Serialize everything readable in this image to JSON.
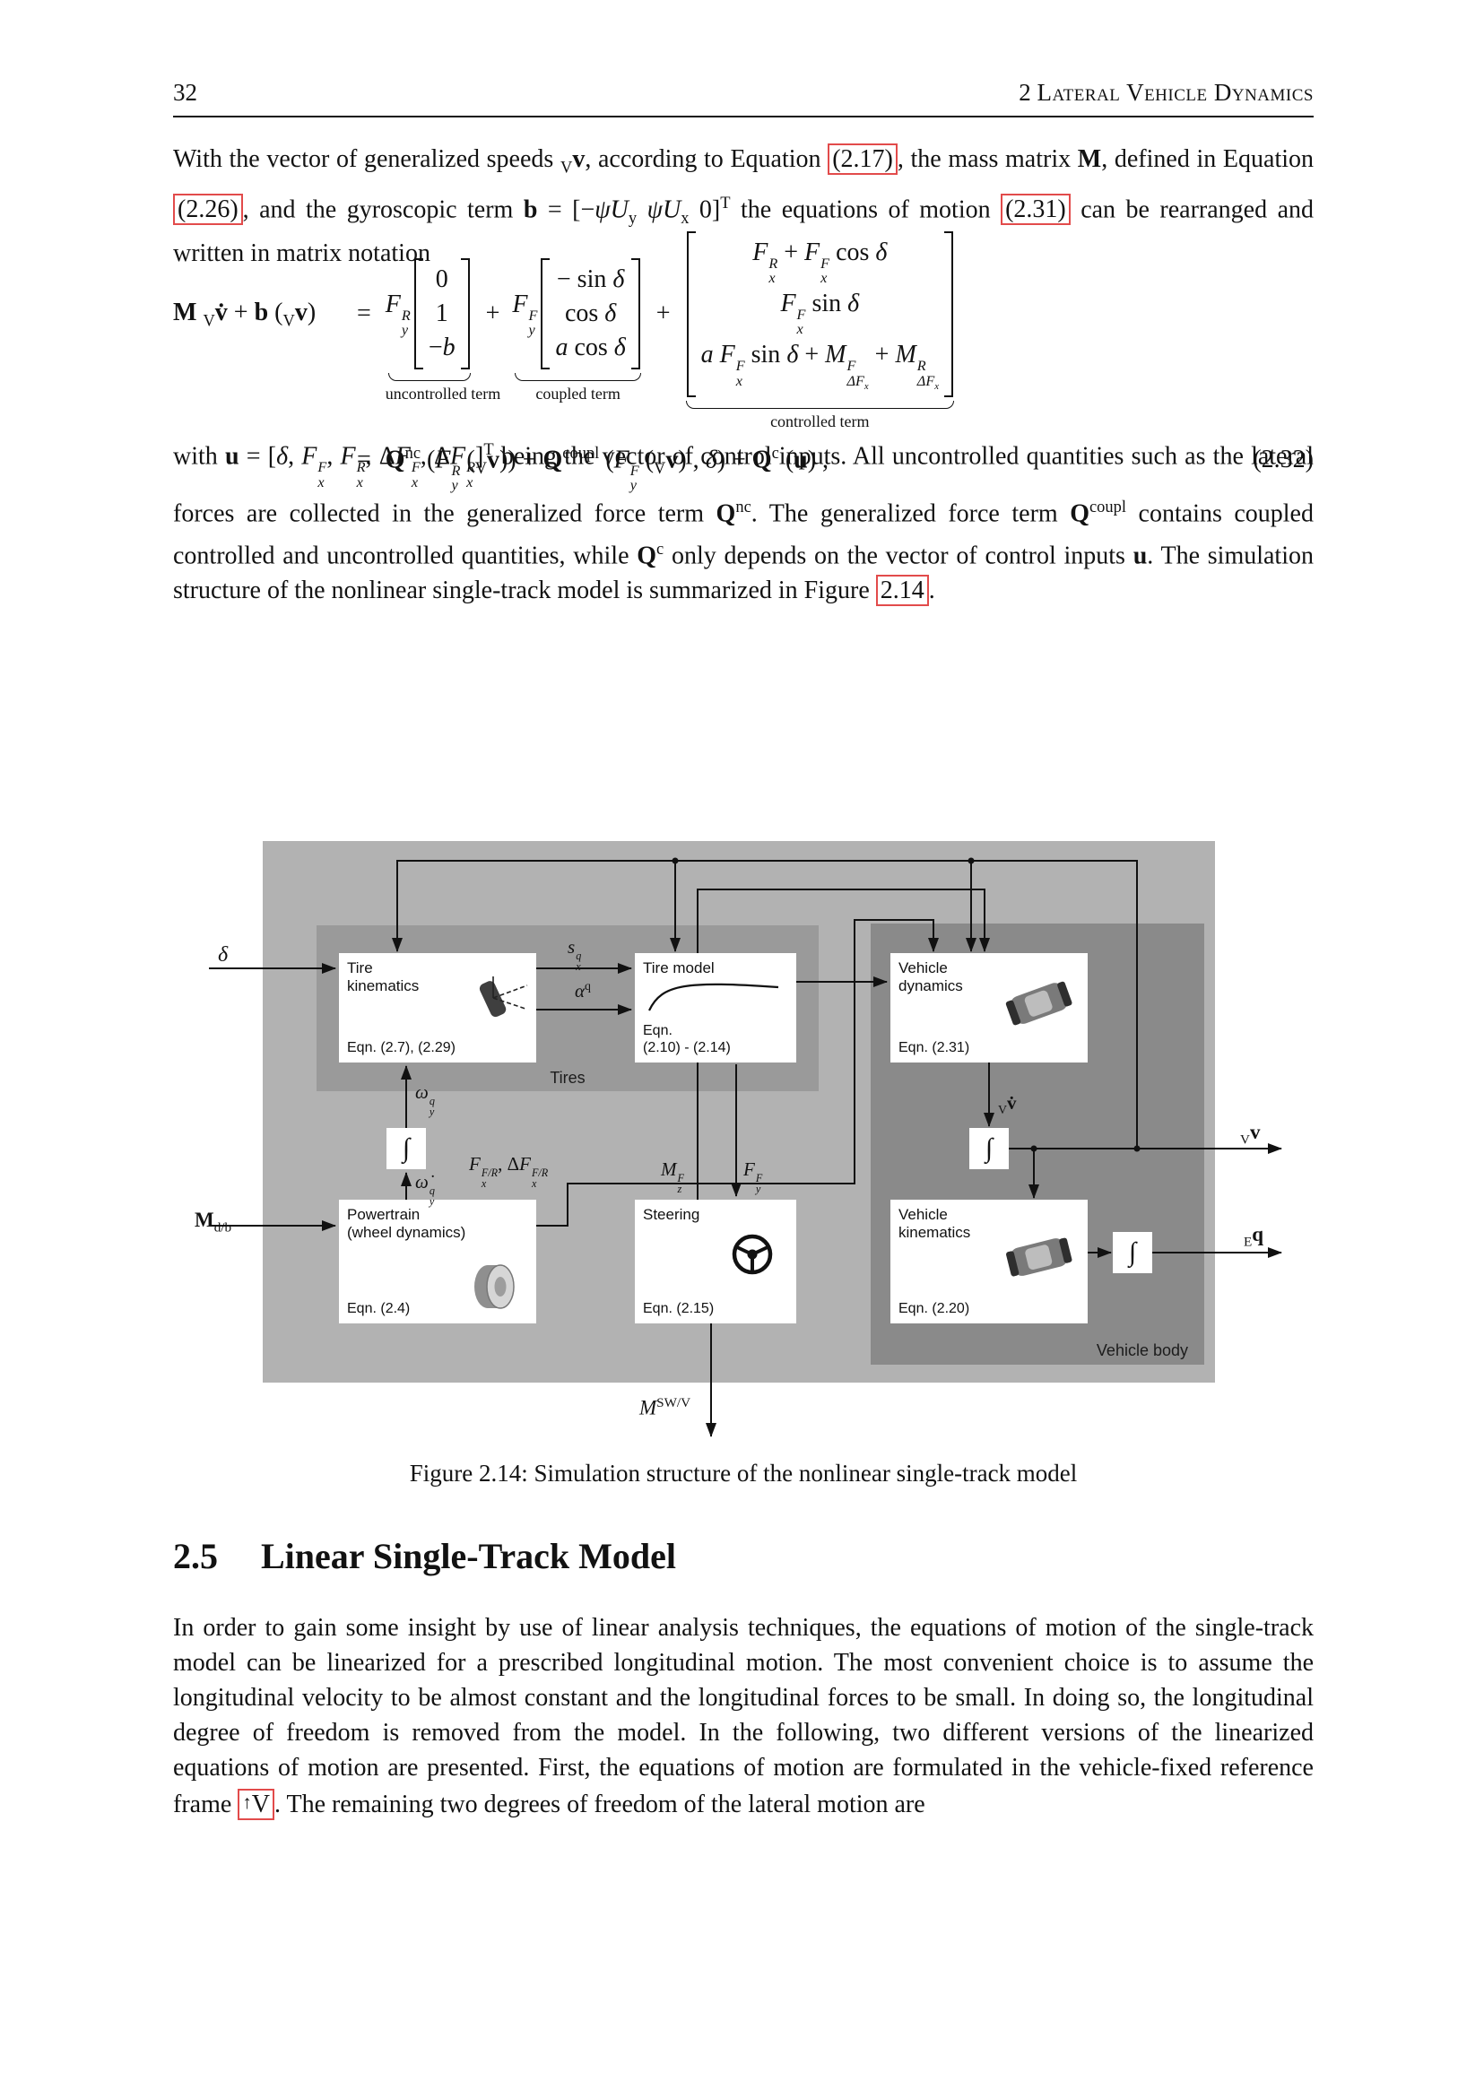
{
  "page": {
    "number": "32",
    "chapter_number": "2",
    "chapter_title": "Lateral Vehicle Dynamics"
  },
  "paragraphs": {
    "p1_html": "With the vector of generalized speeds <sub>V</sub><b>v</b>, according to Equation <span class='ref' data-name='link-eq-2-17' data-interactable='true'>(2.17)</span>, the mass matrix <b>M</b>, defined in Equation <span class='ref' data-name='link-eq-2-26' data-interactable='true'>(2.26)</span>, and the gyroscopic term <b>b</b> = [−<i>ψ̇U</i><sub>y</sub> <i>ψ̇U</i><sub>x</sub> 0]<sup>T</sup> the equations of motion <span class='ref' data-name='link-eq-2-31' data-interactable='true'>(2.31)</span> can be rearranged and written in matrix notation",
    "p2_html": "with <b>u</b> = [<i>δ</i>, <i>F</i><span class='ss'><span>F</span><span>x</span></span>, <i>F</i><span class='ss'><span>R</span><span>x</span></span>, Δ<i>F</i><span class='ss'><span>F</span><span>x</span></span>, Δ<i>F</i><span class='ss'><span>R</span><span>x</span></span>]<sup>T</sup> being the vector of control inputs.  All uncontrolled quantities such as the lateral forces are collected in the generalized force term <b>Q</b><sup>nc</sup>. The generalized force term <b>Q</b><sup>coupl</sup> contains coupled controlled and uncontrolled quantities, while <b>Q</b><sup>c</sup> only depends on the vector of control inputs <b>u</b>. The simulation structure of the nonlinear single-track model is summarized in Figure <span class='ref' data-name='link-fig-2-14' data-interactable='true'>2.14</span>.",
    "p3_html": "In order to gain some insight by use of linear analysis techniques, the equations of motion of the single-track model can be linearized for a prescribed longitudinal motion. The most convenient choice is to assume the longitudinal velocity to be almost constant and the longitudinal forces to be small. In doing so, the longitudinal degree of freedom is removed from the model. In the following, two different versions of the linearized equations of motion are presented. First, the equations of motion are formulated in the vehicle-fixed reference frame <span class='ref' data-name='link-frame-v' data-interactable='true'><span class='framearrow'>↑</span>V</span>.  The remaining two degrees of freedom of the lateral motion are"
  },
  "equation": {
    "lhs_html": "<b>M</b> <sub>V</sub><b>v̇</b> + <b>b</b> (<sub>V</sub><b>v</b>)",
    "equals": "=",
    "plus": "+",
    "term1": {
      "coef_html": "<i>F</i><span class='ss'><span>R</span><span>y</span></span>",
      "rows": [
        "0",
        "1",
        "−<i>b</i>"
      ],
      "label": "uncontrolled term"
    },
    "term2": {
      "coef_html": "<i>F</i><span class='ss'><span>F</span><span>y</span></span>",
      "rows": [
        "− sin <i>δ</i>",
        "cos <i>δ</i>",
        "<i>a</i> cos <i>δ</i>"
      ],
      "label": "coupled term"
    },
    "term3": {
      "rows": [
        "<i>F</i><span class='ss'><span>R</span><span>x</span></span> + <i>F</i><span class='ss'><span>F</span><span>x</span></span> cos <i>δ</i>",
        "<i>F</i><span class='ss'><span>F</span><span>x</span></span> sin <i>δ</i>",
        "<i>a F</i><span class='ss'><span>F</span><span>x</span></span> sin <i>δ</i> + <i>M</i><span class='ss'><span>F</span><span>ΔF<sub>x</sub></span></span> + <i>M</i><span class='ss'><span>R</span><span>ΔF<sub>x</sub></span></span>"
      ],
      "label": "controlled term"
    },
    "line2_html": "<b>Q</b><sup>nc</sup> (<i>F</i><span class='ss'><span>R</span><span>y</span></span> (<sub>V</sub><b>v</b>)) + <b>Q</b><sup>coupl</sup> (<i>F</i><span class='ss'><span>F</span><span>y</span></span> (<sub>V</sub><b>v</b>) , <i>δ</i>) + <b>Q</b><sup>c</sup> (<b>u</b>) ,",
    "number": "(2.32)"
  },
  "figure": {
    "caption": "Figure 2.14: Simulation structure of the nonlinear single-track model",
    "tires_label": "Tires",
    "vehicle_body_label": "Vehicle body",
    "integral": "∫",
    "blocks": {
      "tire_kinematics": {
        "title_html": "Tire<br>kinematics",
        "eqn": "Eqn. (2.7), (2.29)"
      },
      "tire_model": {
        "title_html": "Tire model",
        "eqn_html": "Eqn.<br>(2.10) - (2.14)"
      },
      "vehicle_dynamics": {
        "title_html": "Vehicle<br>dynamics",
        "eqn": "Eqn. (2.31)"
      },
      "powertrain": {
        "title_html": "Powertrain<br>(wheel dynamics)",
        "eqn": "Eqn. (2.4)"
      },
      "steering": {
        "title_html": "Steering",
        "eqn": "Eqn. (2.15)"
      },
      "vehicle_kinematics": {
        "title_html": "Vehicle<br>kinematics",
        "eqn": "Eqn. (2.20)"
      }
    },
    "signals": {
      "delta_html": "<i>δ</i>",
      "s_html": "<i>s</i><span class='ss'><span>q</span><span>x</span></span>",
      "alpha_html": "<i>α</i><sup>q</sup>",
      "omega_html": "<i>ω</i><span class='ss'><span>q</span><span>y</span></span>",
      "omegadot_html": "<i>ω̇</i><span class='ss'><span>q</span><span>y</span></span>",
      "mdb_html": "<b>M</b><sub>d/b</sub>",
      "fx_html": "<i>F</i><span class='ss'><span>F/R</span><span>x</span></span>, Δ<i>F</i><span class='ss'><span>F/R</span><span>x</span></span>",
      "mz_html": "<i>M</i><span class='ss'><span>F</span><span>z</span></span>",
      "fy_html": "<i>F</i><span class='ss'><span>F</span><span>y</span></span>",
      "vdot_html": "<sub>V</sub><b>v̇</b>",
      "v_html": "<sub>V</sub><b>v</b>",
      "q_html": "<sub>E</sub><b>q</b>",
      "msw_html": "<i>M</i><sup>SW/V</sup>"
    }
  },
  "section": {
    "number": "2.5",
    "title": "Linear Single-Track Model"
  }
}
